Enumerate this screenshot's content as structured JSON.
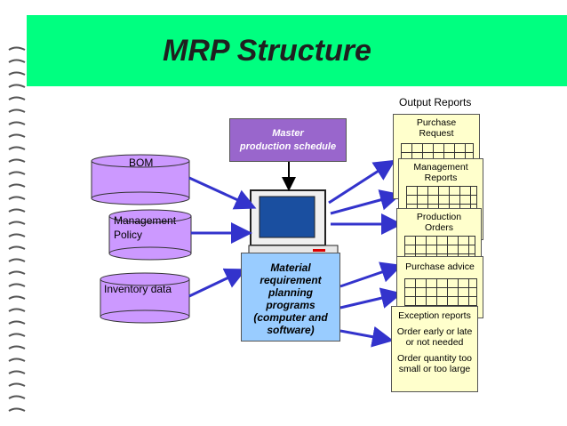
{
  "title": "MRP Structure",
  "inputs": {
    "bom": "BOM",
    "management_policy_line1": "Management",
    "management_policy_line2": "Policy",
    "inventory_data": "Inventory data"
  },
  "mps": {
    "line1": "Master",
    "line2": "production schedule"
  },
  "mrp": {
    "line1": "Material",
    "line2": "requirement",
    "line3": "planning",
    "line4": "programs",
    "line5": "(computer and",
    "line6": "software)"
  },
  "outputs": {
    "heading": "Output Reports",
    "purchase_request_line1": "Purchase",
    "purchase_request_line2": "Request",
    "management_reports_line1": "Management",
    "management_reports_line2": "Reports",
    "production_orders_line1": "Production",
    "production_orders_line2": "Orders",
    "purchase_advice": "Purchase advice",
    "exception_title": "Exception reports",
    "exception_item1": "Order early or late or not needed",
    "exception_item2": "Order quantity too small or too large"
  },
  "colors": {
    "title_bar": "#00ff80",
    "cylinder": "#cc99ff",
    "mps_box": "#9966cc",
    "mrp_box": "#99ccff",
    "report": "#ffffcc",
    "arrow": "#3333cc"
  }
}
